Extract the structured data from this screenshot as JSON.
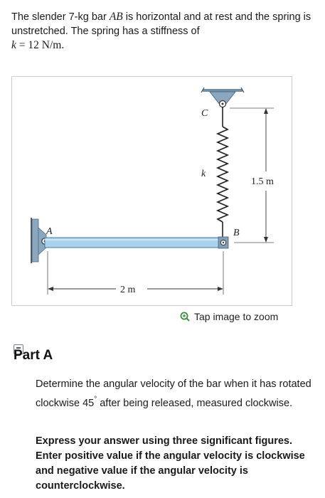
{
  "problem": {
    "intro_1": "The slender 7-kg bar ",
    "bar_name": "AB",
    "intro_2": " is horizontal and at rest and the spring is unstretched. The spring has a stiffness of ",
    "k_symbol": "k",
    "k_eq": " = 12 ",
    "k_unit": "N/m",
    "period": "."
  },
  "figure": {
    "label_a": "A",
    "label_b": "B",
    "label_c": "C",
    "label_k": "k",
    "dim_vertical": "1.5 m",
    "dim_horizontal": "2 m",
    "colors": {
      "bar": "#a9d3ec",
      "bar_edge": "#4a7da3",
      "support": "#8ba7bd",
      "spring": "#222222"
    }
  },
  "zoom": {
    "icon": "zoom-in-icon",
    "label": "Tap image to zoom"
  },
  "part": {
    "icon": "collapse-icon",
    "title": "Part A",
    "question_1": "Determine the angular velocity of the bar when it has rotated clockwise 45",
    "degree": "°",
    "question_2": " after being released, measured clockwise.",
    "instruction": "Express your answer using three significant figures. Enter positive value if the angular velocity is clockwise and negative value if the angular velocity is counterclockwise."
  }
}
